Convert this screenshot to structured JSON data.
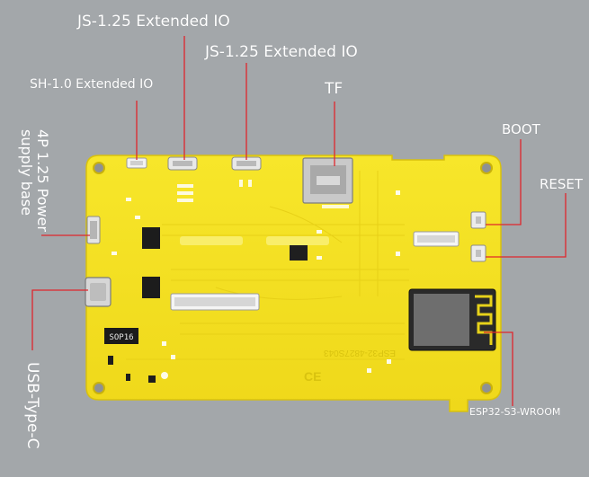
{
  "colors": {
    "background": "#a3a7aa",
    "board": "#f4e21f",
    "board_edge": "#d8c10e",
    "leader": "#e0262c",
    "label": "#ffffff"
  },
  "labels": {
    "js125_top": "JS-1.25 Extended IO",
    "js125_mid": "JS-1.25 Extended IO",
    "sh10": "SH-1.0 Extended IO",
    "tf": "TF",
    "boot": "BOOT",
    "reset": "RESET",
    "power_line1": "4P 1.25 Power",
    "power_line2": "supply base",
    "usb": "USB-Type-C",
    "esp32": "ESP32-S3-WROOM"
  },
  "silkscreen": {
    "sop16": "SOP16",
    "board_model": "ESP32-4827S043"
  }
}
